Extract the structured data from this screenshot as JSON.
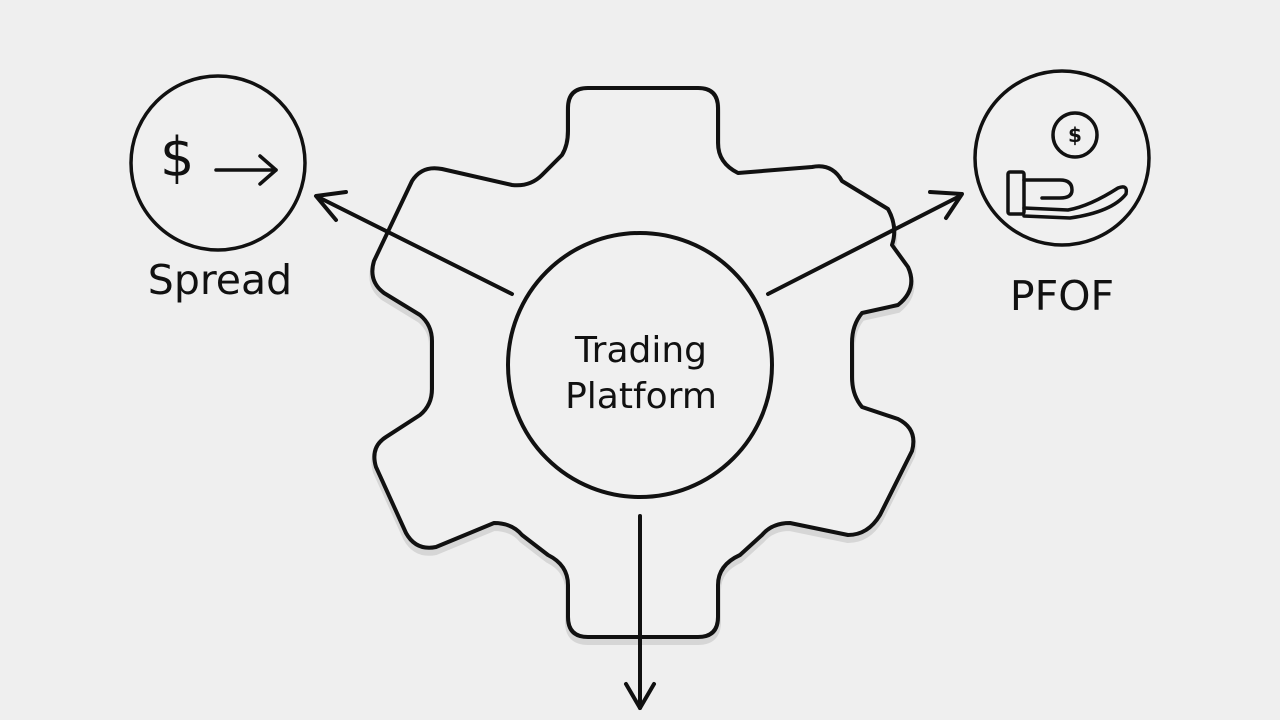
{
  "diagram": {
    "center": {
      "line1": "Trading",
      "line2": "Platform"
    },
    "left_node": {
      "label": "Spread",
      "icon_symbol": "$",
      "icon": "dollar-arrow-icon"
    },
    "right_node": {
      "label": "PFOF",
      "icon_symbol": "$",
      "icon": "hand-coin-icon"
    },
    "bottom_output": {
      "icon": "down-arrow-icon"
    },
    "colors": {
      "background": "#efefef",
      "stroke": "#111111"
    }
  }
}
